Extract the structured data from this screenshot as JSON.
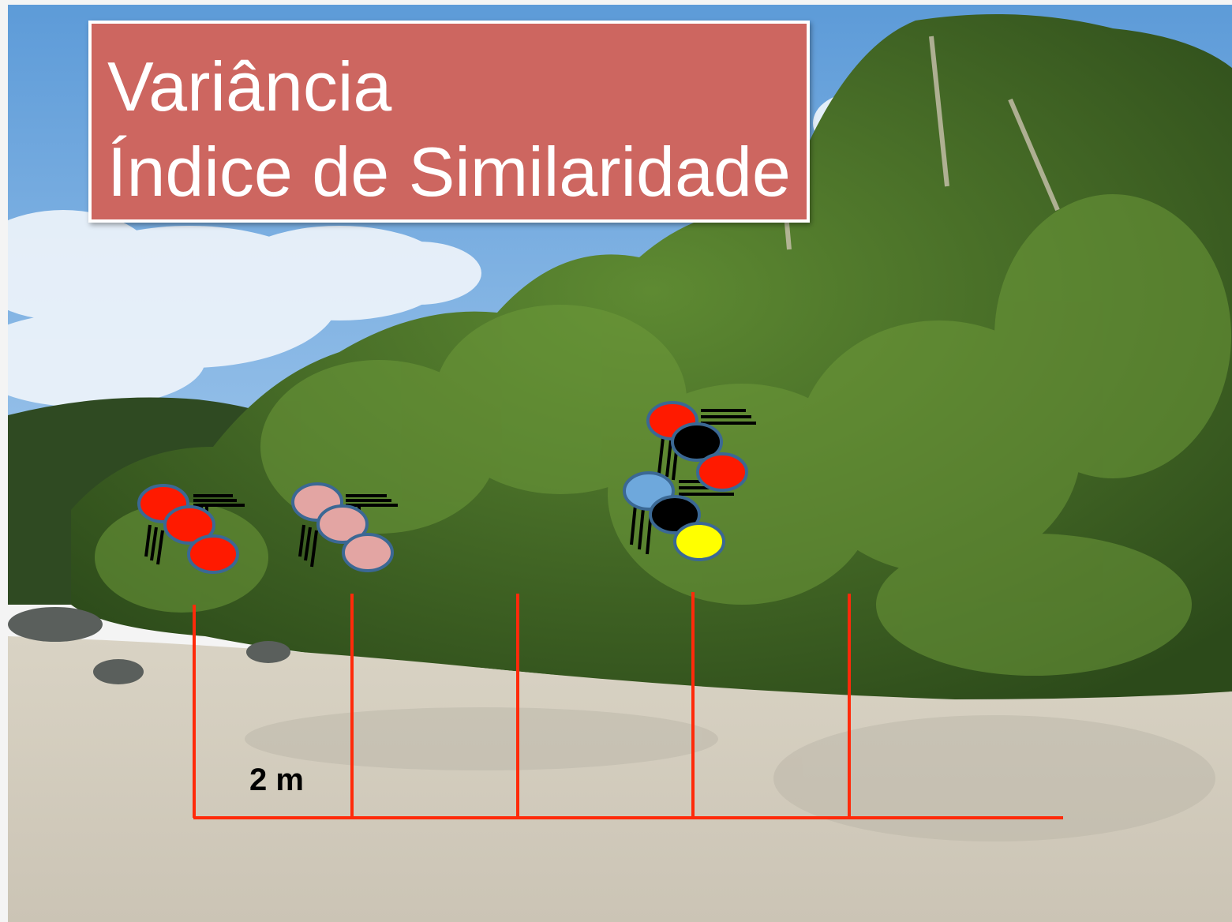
{
  "slide": {
    "title_line_1": "Variância",
    "title_line_2": "Índice de Similaridade",
    "scale_label": "2 m"
  },
  "colors": {
    "title_box": "#cd6660",
    "transect": "#ff2a0a",
    "red_species": "#ff1a00",
    "pink_species": "#e3a5a3",
    "blue_species": "#6ea8dc",
    "black_species": "#000000",
    "yellow_species": "#ffff00",
    "outline": "#3b6894"
  },
  "icons": [
    "insect-icon"
  ]
}
